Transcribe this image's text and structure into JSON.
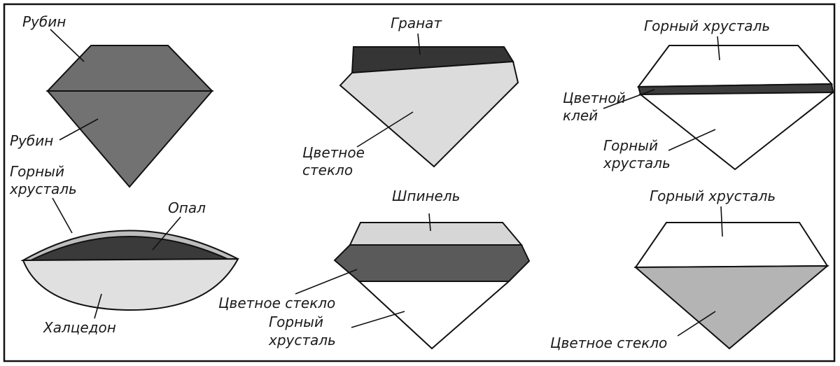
{
  "gems": [
    {
      "id": "ruby-doublet",
      "labels": {
        "top": "Рубин",
        "bottom": "Рубин"
      },
      "colors": {
        "crown": "#6e6e6e",
        "pavilion": "#727272"
      }
    },
    {
      "id": "garnet-glass-doublet",
      "labels": {
        "top": "Гранат",
        "bottom_1": "Цветное",
        "bottom_2": "стекло"
      },
      "colors": {
        "crown": "#353535",
        "pavilion": "#dcdcdc"
      }
    },
    {
      "id": "quartz-glue-triplet",
      "labels": {
        "top": "Горный хрусталь",
        "glue_1": "Цветной",
        "glue_2": "клей",
        "bottom_1": "Горный",
        "bottom_2": "хрусталь"
      },
      "colors": {
        "crown": "#ffffff",
        "glue": "#3d3d3d",
        "pavilion": "#ffffff"
      }
    },
    {
      "id": "opal-triplet",
      "labels": {
        "rim_1": "Горный",
        "rim_2": "хрусталь",
        "middle": "Опал",
        "bottom": "Халцедон"
      },
      "colors": {
        "rim": "#bdbdbd",
        "opal": "#3a3a3a",
        "base": "#e0e0e0"
      }
    },
    {
      "id": "spinel-triplet",
      "labels": {
        "top": "Шпинель",
        "glass": "Цветное стекло",
        "bottom_1": "Горный",
        "bottom_2": "хрусталь"
      },
      "colors": {
        "crown": "#d6d6d6",
        "glass": "#5a5a5a",
        "pavilion": "#ffffff"
      }
    },
    {
      "id": "quartz-glass-doublet",
      "labels": {
        "top": "Горный хрусталь",
        "bottom": "Цветное стекло"
      },
      "colors": {
        "crown": "#ffffff",
        "pavilion": "#b4b4b4"
      }
    }
  ]
}
